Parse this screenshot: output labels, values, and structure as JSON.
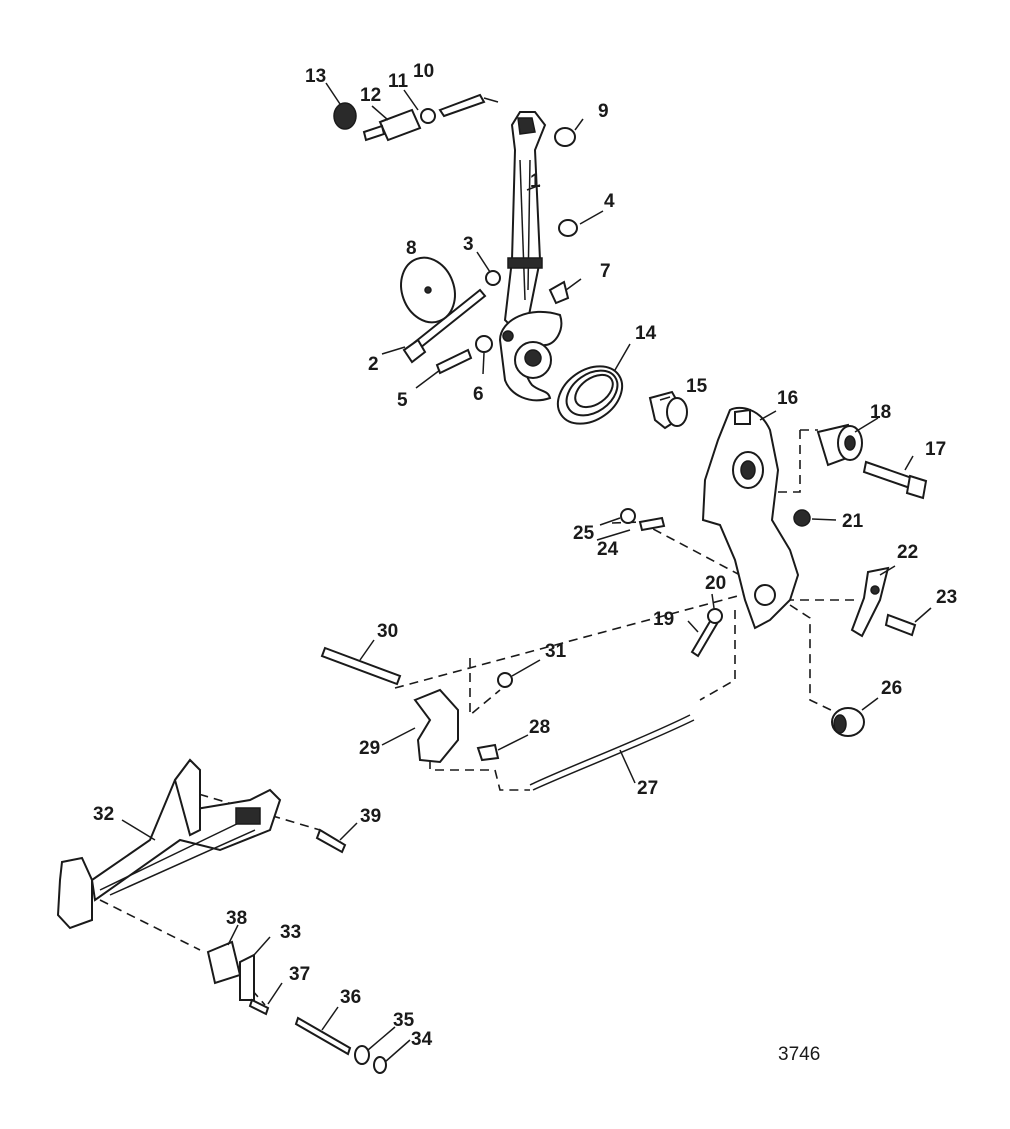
{
  "diagram": {
    "reference_number": "3746",
    "callouts": [
      {
        "id": "c1",
        "label": "1"
      },
      {
        "id": "c2",
        "label": "2"
      },
      {
        "id": "c3",
        "label": "3"
      },
      {
        "id": "c4",
        "label": "4"
      },
      {
        "id": "c5",
        "label": "5"
      },
      {
        "id": "c6",
        "label": "6"
      },
      {
        "id": "c7",
        "label": "7"
      },
      {
        "id": "c8",
        "label": "8"
      },
      {
        "id": "c9",
        "label": "9"
      },
      {
        "id": "c10",
        "label": "10"
      },
      {
        "id": "c11",
        "label": "11"
      },
      {
        "id": "c12",
        "label": "12"
      },
      {
        "id": "c13",
        "label": "13"
      },
      {
        "id": "c14",
        "label": "14"
      },
      {
        "id": "c15",
        "label": "15"
      },
      {
        "id": "c16",
        "label": "16"
      },
      {
        "id": "c17",
        "label": "17"
      },
      {
        "id": "c18",
        "label": "18"
      },
      {
        "id": "c19",
        "label": "19"
      },
      {
        "id": "c20",
        "label": "20"
      },
      {
        "id": "c21",
        "label": "21"
      },
      {
        "id": "c22",
        "label": "22"
      },
      {
        "id": "c23",
        "label": "23"
      },
      {
        "id": "c24",
        "label": "24"
      },
      {
        "id": "c25",
        "label": "25"
      },
      {
        "id": "c26",
        "label": "26"
      },
      {
        "id": "c27",
        "label": "27"
      },
      {
        "id": "c28",
        "label": "28"
      },
      {
        "id": "c29",
        "label": "29"
      },
      {
        "id": "c30",
        "label": "30"
      },
      {
        "id": "c31",
        "label": "31"
      },
      {
        "id": "c32",
        "label": "32"
      },
      {
        "id": "c33",
        "label": "33"
      },
      {
        "id": "c34",
        "label": "34"
      },
      {
        "id": "c35",
        "label": "35"
      },
      {
        "id": "c36",
        "label": "36"
      },
      {
        "id": "c37",
        "label": "37"
      },
      {
        "id": "c38",
        "label": "38"
      },
      {
        "id": "c39",
        "label": "39"
      }
    ]
  }
}
